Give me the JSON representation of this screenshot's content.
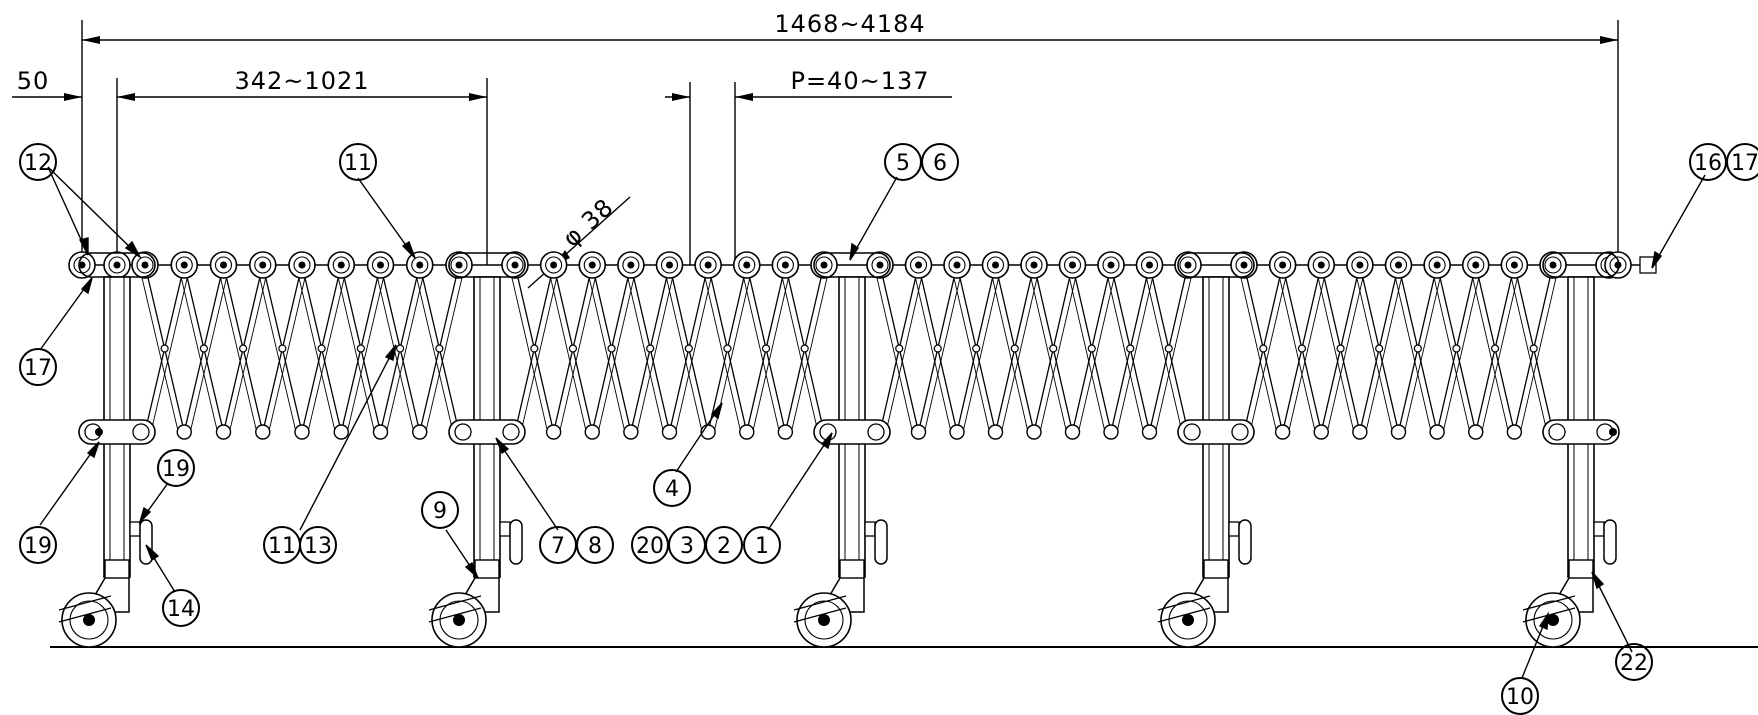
{
  "dimensions": {
    "overall": "1468~4184",
    "section": "342~1021",
    "end_offset": "50",
    "pitch": "P=40~137",
    "roller_diameter": "φ 38"
  },
  "balloons": [
    {
      "label": "12"
    },
    {
      "label": "11"
    },
    {
      "label": "5"
    },
    {
      "label": "6"
    },
    {
      "label": "16"
    },
    {
      "label": "17"
    },
    {
      "label": "17"
    },
    {
      "label": "19"
    },
    {
      "label": "19"
    },
    {
      "label": "14"
    },
    {
      "label": "11"
    },
    {
      "label": "13"
    },
    {
      "label": "9"
    },
    {
      "label": "7"
    },
    {
      "label": "8"
    },
    {
      "label": "4"
    },
    {
      "label": "20"
    },
    {
      "label": "3"
    },
    {
      "label": "2"
    },
    {
      "label": "1"
    },
    {
      "label": "10"
    },
    {
      "label": "22"
    }
  ],
  "colors": {
    "line": "#000000",
    "background": "#ffffff"
  }
}
